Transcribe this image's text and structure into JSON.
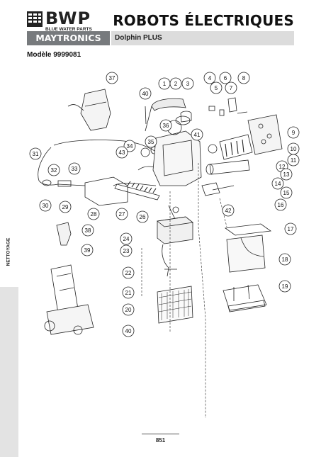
{
  "header": {
    "logo_text": "BWP",
    "logo_subtitle": "BLUE WATER PARTS",
    "title": "ROBOTS ÉLECTRIQUES",
    "brand": "MAYTRONICS",
    "product": "Dolphin PLUS"
  },
  "model": "Modèle 9999081",
  "side_tab": "NETTOYAGE",
  "page_number": "851",
  "callouts": [
    "1",
    "2",
    "3",
    "4",
    "5",
    "6",
    "7",
    "8",
    "9",
    "10",
    "11",
    "12",
    "13",
    "14",
    "15",
    "16",
    "17",
    "18",
    "19",
    "20",
    "21",
    "22",
    "23",
    "24",
    "26",
    "27",
    "28",
    "29",
    "30",
    "31",
    "32",
    "33",
    "34",
    "35",
    "36",
    "37",
    "38",
    "39",
    "40",
    "41",
    "42",
    "43"
  ],
  "colors": {
    "brand_bg": "#777a7d",
    "product_bg": "#dcdcdc",
    "side_tab_bg": "#e3e3e3"
  }
}
